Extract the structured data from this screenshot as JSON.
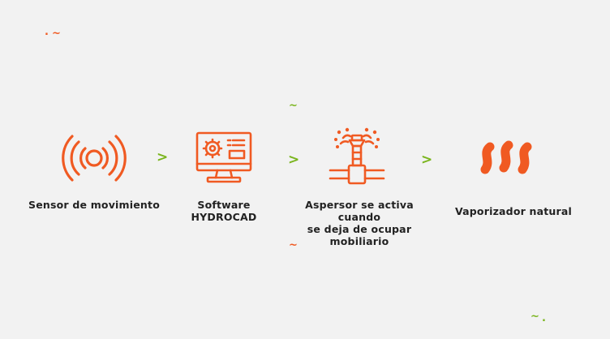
{
  "colors": {
    "accent": "#f05a22",
    "green": "#7ab51d",
    "background": "#f2f2f2",
    "text": "#222222"
  },
  "steps": [
    {
      "label": "Sensor de movimiento",
      "icon": "motion-sensor-icon"
    },
    {
      "label": "Software\nHYDROCAD",
      "icon": "monitor-gear-icon"
    },
    {
      "label": "Aspersor se activa cuando\nse deja de ocupar\nmobiliario",
      "icon": "sprinkler-icon"
    },
    {
      "label": "Vaporizador natural",
      "icon": "vapor-icon"
    }
  ],
  "connector": ">",
  "decorations": {
    "tilde": "~",
    "dot": "."
  }
}
